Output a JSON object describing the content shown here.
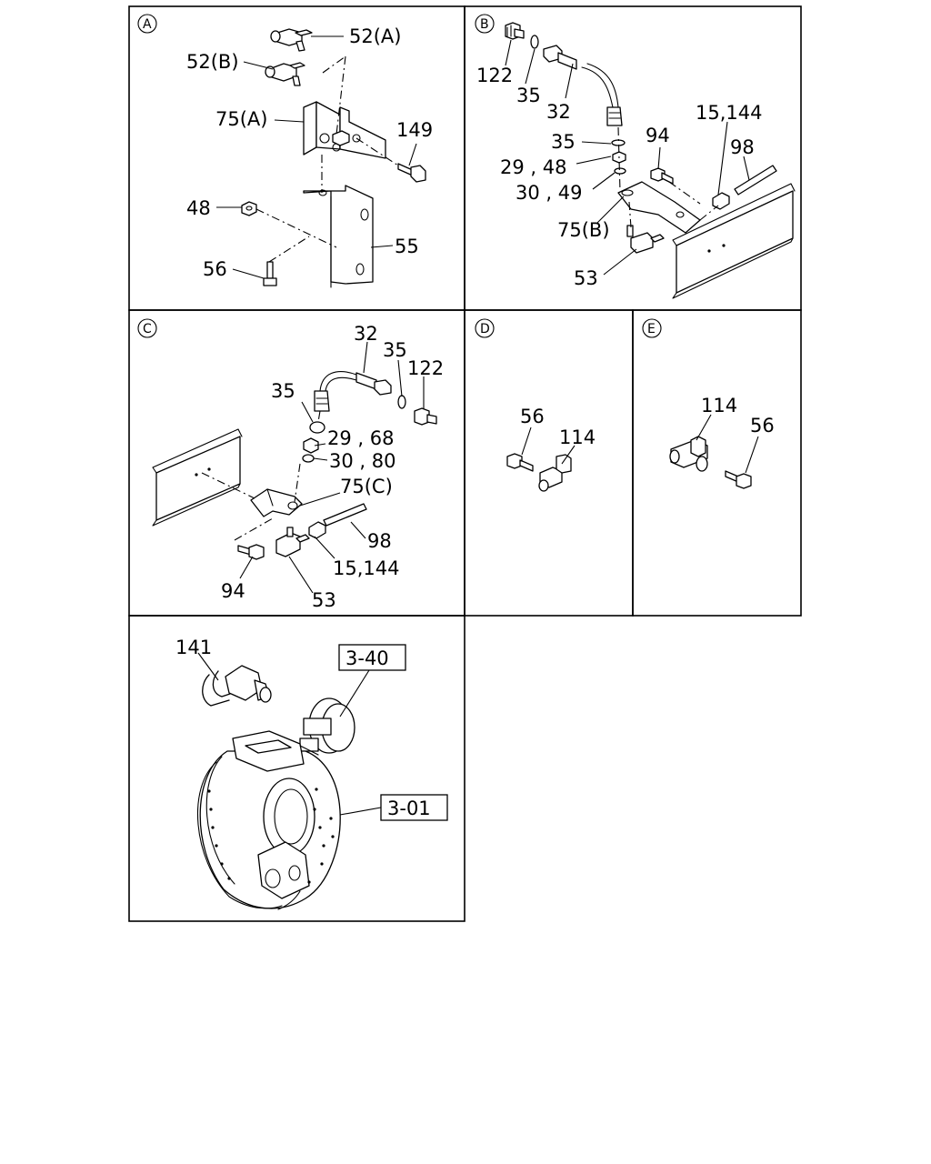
{
  "panels": {
    "A": {
      "letter": "A",
      "labels": [
        "52(A)",
        "52(B)",
        "75(A)",
        "149",
        "48",
        "55",
        "56"
      ]
    },
    "B": {
      "letter": "B",
      "labels": [
        "122",
        "35",
        "32",
        "35",
        "29 , 48",
        "30 , 49",
        "94",
        "15,144",
        "98",
        "75(B)",
        "53"
      ]
    },
    "C": {
      "letter": "C",
      "labels": [
        "32",
        "35",
        "122",
        "35",
        "29 , 68",
        "30 , 80",
        "75(C)",
        "98",
        "15,144",
        "94",
        "53"
      ]
    },
    "D": {
      "letter": "D",
      "labels": [
        "56",
        "114"
      ]
    },
    "E": {
      "letter": "E",
      "labels": [
        "114",
        "56"
      ]
    },
    "F": {
      "labels": [
        "141"
      ],
      "refs": [
        "3-40",
        "3-01"
      ]
    }
  }
}
